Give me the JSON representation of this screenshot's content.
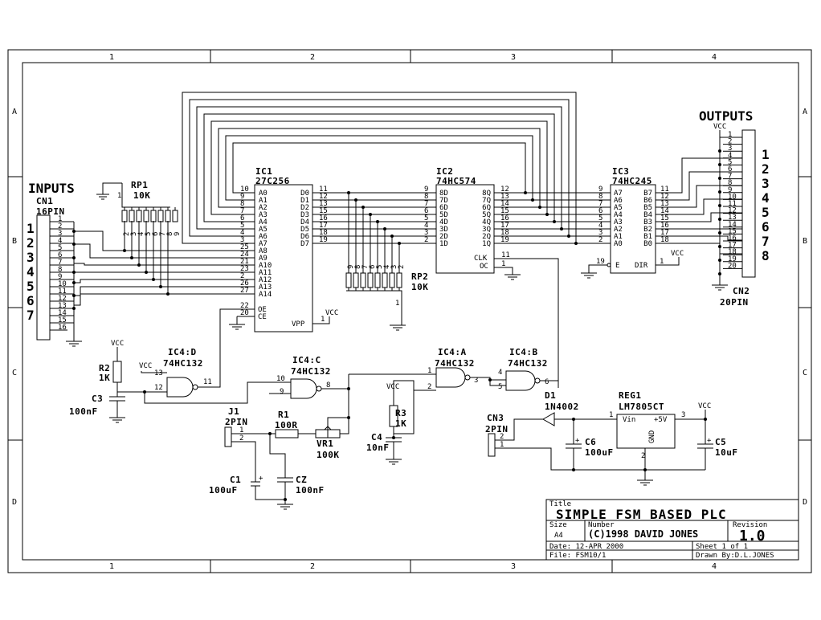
{
  "frame": {
    "columns": [
      "1",
      "2",
      "3",
      "4"
    ],
    "rows": [
      "A",
      "B",
      "C",
      "D"
    ]
  },
  "labels": {
    "inputs": "INPUTS",
    "outputs": "OUTPUTS",
    "cn1": "CN1",
    "cn1_type": "16PIN",
    "cn2": "CN2",
    "cn2_type": "20PIN",
    "rp1": "RP1",
    "rp1_val": "10K",
    "rp2": "RP2",
    "rp2_val": "10K",
    "ic1": "IC1",
    "ic1_part": "27C256",
    "ic2": "IC2",
    "ic2_part": "74HC574",
    "ic3": "IC3",
    "ic3_part": "74HC245",
    "ic4d": "IC4:D",
    "ic4d_part": "74HC132",
    "ic4c": "IC4:C",
    "ic4c_part": "74HC132",
    "ic4a": "IC4:A",
    "ic4a_part": "74HC132",
    "ic4b": "IC4:B",
    "ic4b_part": "74HC132",
    "r1": "R1",
    "r1_val": "100R",
    "r2": "R2",
    "r2_val": "1K",
    "r3": "R3",
    "r3_val": "1K",
    "vr1": "VR1",
    "vr1_val": "100K",
    "c1": "C1",
    "c1_val": "100uF",
    "c2": "CZ",
    "c2_val": "100nF",
    "c3": "C3",
    "c3_val": "100nF",
    "c4": "C4",
    "c4_val": "10nF",
    "c5": "C5",
    "c5_val": "10uF",
    "c6": "C6",
    "c6_val": "100uF",
    "j1": "J1",
    "j1_type": "2PIN",
    "cn3": "CN3",
    "cn3_type": "2PIN",
    "d1": "D1",
    "d1_part": "1N4002",
    "reg1": "REG1",
    "reg1_part": "LM7805CT",
    "reg_vin": "Vin",
    "reg_out": "+5V",
    "reg_gnd": "GND",
    "vcc": "VCC"
  },
  "ic1_pins_left": [
    "A0",
    "A1",
    "A2",
    "A3",
    "A4",
    "A5",
    "A6",
    "A7",
    "A8",
    "A9",
    "A10",
    "A11",
    "A12",
    "A13",
    "A14"
  ],
  "ic1_pinnums_left": [
    "10",
    "9",
    "8",
    "7",
    "6",
    "5",
    "4",
    "3",
    "25",
    "24",
    "21",
    "23",
    "2",
    "26",
    "27"
  ],
  "ic1_pins_right": [
    "D0",
    "D1",
    "D2",
    "D3",
    "D4",
    "D5",
    "D6",
    "D7"
  ],
  "ic1_pinnums_right": [
    "11",
    "12",
    "13",
    "15",
    "16",
    "17",
    "18",
    "19"
  ],
  "ic1_ctrl": [
    "OE",
    "CE"
  ],
  "ic1_ctrl_nums": [
    "22",
    "20"
  ],
  "ic1_vpp": "VPP",
  "ic1_vpp_num": "1",
  "ic2_pins_left": [
    "8D",
    "7D",
    "6D",
    "5D",
    "4D",
    "3D",
    "2D",
    "1D"
  ],
  "ic2_pinnums_left": [
    "9",
    "8",
    "7",
    "6",
    "5",
    "4",
    "3",
    "2"
  ],
  "ic2_pins_right": [
    "8Q",
    "7Q",
    "6Q",
    "5Q",
    "4Q",
    "3Q",
    "2Q",
    "1Q"
  ],
  "ic2_pinnums_right": [
    "12",
    "13",
    "14",
    "15",
    "16",
    "17",
    "18",
    "19"
  ],
  "ic2_clk": "CLK",
  "ic2_oc": "OC",
  "ic2_clk_num": "11",
  "ic2_oc_num": "1",
  "ic3_pins_left": [
    "A7",
    "A6",
    "A5",
    "A4",
    "A3",
    "A2",
    "A1",
    "A0"
  ],
  "ic3_pinnums_left": [
    "9",
    "8",
    "7",
    "6",
    "5",
    "4",
    "3",
    "2"
  ],
  "ic3_pins_right": [
    "B7",
    "B6",
    "B5",
    "B4",
    "B3",
    "B2",
    "B1",
    "B0"
  ],
  "ic3_pinnums_right": [
    "11",
    "12",
    "13",
    "14",
    "15",
    "16",
    "17",
    "18"
  ],
  "ic3_e": "E",
  "ic3_dir": "DIR",
  "ic3_e_num": "19",
  "ic3_dir_num": "1",
  "rp1_pins": [
    "2",
    "3",
    "4",
    "5",
    "6",
    "7",
    "8",
    "9"
  ],
  "rp1_com": "1",
  "rp2_pins": [
    "9",
    "8",
    "7",
    "6",
    "5",
    "4",
    "3",
    "2"
  ],
  "rp2_com": "1",
  "cn1_pins": [
    "1",
    "2",
    "3",
    "4",
    "5",
    "6",
    "7",
    "8",
    "9",
    "10",
    "11",
    "12",
    "13",
    "14",
    "15",
    "16"
  ],
  "cn1_bits": [
    "1",
    "2",
    "3",
    "4",
    "5",
    "6",
    "7"
  ],
  "cn2_pins": [
    "1",
    "2",
    "3",
    "4",
    "5",
    "6",
    "7",
    "8",
    "9",
    "10",
    "11",
    "12",
    "13",
    "14",
    "15",
    "16",
    "17",
    "18",
    "19",
    "20"
  ],
  "cn2_bits": [
    "1",
    "2",
    "3",
    "4",
    "5",
    "6",
    "7",
    "8"
  ],
  "gate_pins": {
    "d_in1": "13",
    "d_in2": "12",
    "d_out": "11",
    "c_in1": "10",
    "c_in2": "9",
    "c_out": "8",
    "a_in1": "1",
    "a_in2": "2",
    "a_out": "3",
    "b_in1": "4",
    "b_in2": "5",
    "b_out": "6"
  },
  "misc_pins": {
    "j1_1": "1",
    "j1_2": "2",
    "cn3_1": "1",
    "cn3_2": "2",
    "reg_in": "1",
    "reg_gnd_pin": "2",
    "reg_out_pin": "3"
  },
  "title_block": {
    "title_caption": "Title",
    "title": "SIMPLE FSM BASED PLC",
    "size_caption": "Size",
    "size": "A4",
    "number_caption": "Number",
    "number": "(C)1998 DAVID JONES",
    "revision_caption": "Revision",
    "revision": "1.0",
    "date": "Date: 12-APR 2000",
    "sheet": "Sheet 1 of 1",
    "file": "File: FSM10/1",
    "drawn_by": "Drawn By:D.L.JONES"
  }
}
